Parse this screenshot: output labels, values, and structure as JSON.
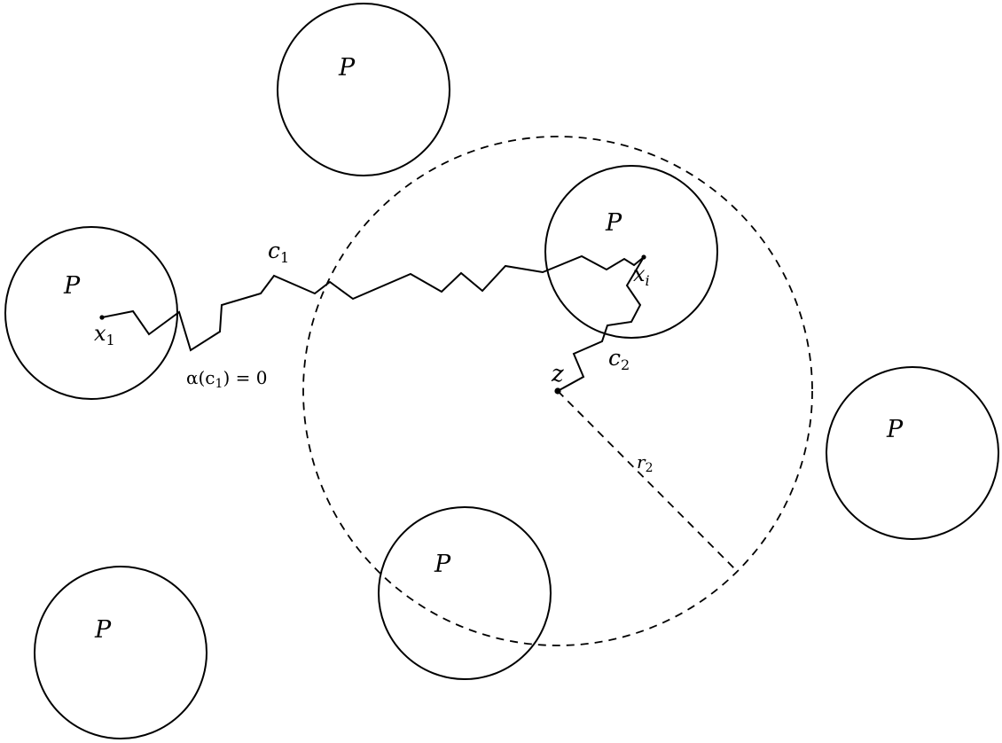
{
  "diagram": {
    "obstacle_label": "P",
    "points": {
      "x1": {
        "base": "x",
        "sub": "1"
      },
      "xi": {
        "base": "x",
        "sub": "i"
      },
      "z": "z"
    },
    "curves": {
      "c1": {
        "base": "c",
        "sub": "1"
      },
      "c2": {
        "base": "c",
        "sub": "2"
      }
    },
    "radius": {
      "base": "r",
      "sub": "2"
    },
    "annotation": {
      "prefix": "α(c",
      "sub": "1",
      "suffix": ") = 0"
    }
  }
}
